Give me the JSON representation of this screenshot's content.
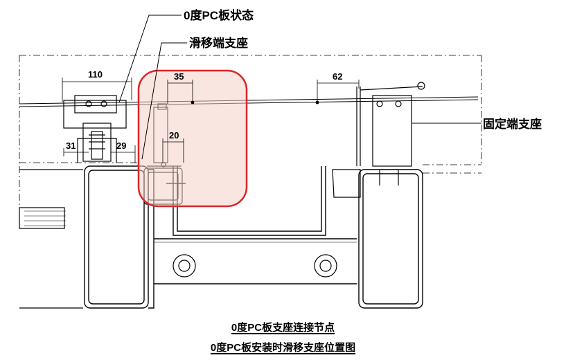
{
  "labels": {
    "pc_state": "0度PC板状态",
    "sliding_support": "滑移端支座",
    "fixed_support": "固定端支座"
  },
  "dimensions": {
    "d110": "110",
    "d35": "35",
    "d62": "62",
    "d31": "31",
    "d29": "29",
    "d20": "20"
  },
  "captions": {
    "line1": "0度PC板支座连接节点",
    "line2": "0度PC板安装时滑移支座位置图"
  },
  "colors": {
    "highlight_stroke": "#d9252a",
    "highlight_fill": "#f6d2c8",
    "line": "#000000"
  }
}
